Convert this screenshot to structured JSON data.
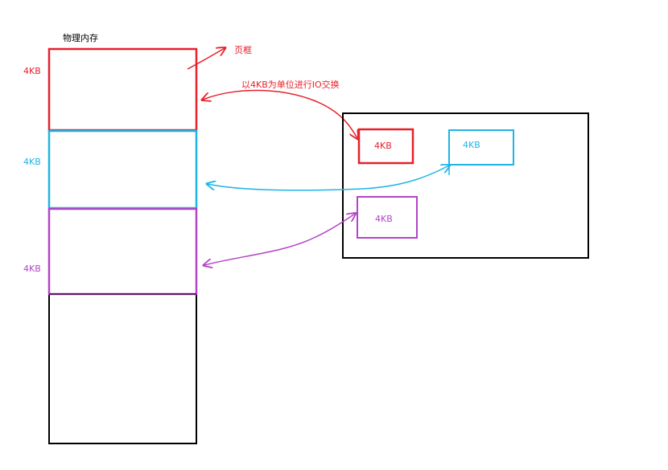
{
  "memory": {
    "title": "物理内存",
    "block_label": "4KB"
  },
  "annotations": {
    "page_frame": "页框",
    "io_swap": "以4KB为单位进行IO交换"
  },
  "disk": {
    "block_label": "4KB"
  },
  "colors": {
    "red": "#e8202a",
    "blue": "#1fb4e6",
    "purple": "#b344c7",
    "black": "#000000"
  }
}
